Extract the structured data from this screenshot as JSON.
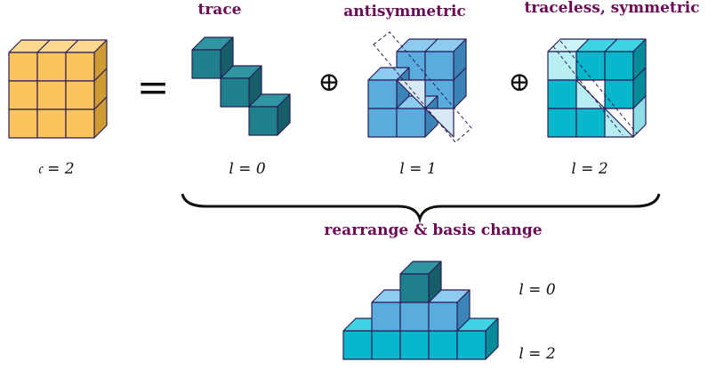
{
  "colors": {
    "c2_front": "#fcc35e",
    "c2_top": "#fdd88e",
    "c2_side": "#d19b34",
    "trace_front": "#1f7f8d",
    "trace_top": "#2e95a1",
    "trace_side": "#155e6a",
    "anti_front": "#5aacdf",
    "anti_top": "#8ecbf0",
    "anti_side": "#3b84b8",
    "sym_front": "#08b7cb",
    "sym_top": "#3fd4e3",
    "sym_side": "#058c9b",
    "edge": "#2b1f57",
    "heading": "#6d0a55"
  },
  "labels": {
    "trace": "trace",
    "antisymmetric": "antisymmetric",
    "traceless_symmetric": "traceless, symmetric",
    "c_eq": "𝔠 = 2",
    "equals": "=",
    "oplus": "⊕",
    "l0": "l = 0",
    "l1": "l = 1",
    "l2": "l = 2",
    "rearrange": "rearrange & basis change",
    "stack_l0": "l = 0",
    "stack_l2": "l = 2"
  }
}
